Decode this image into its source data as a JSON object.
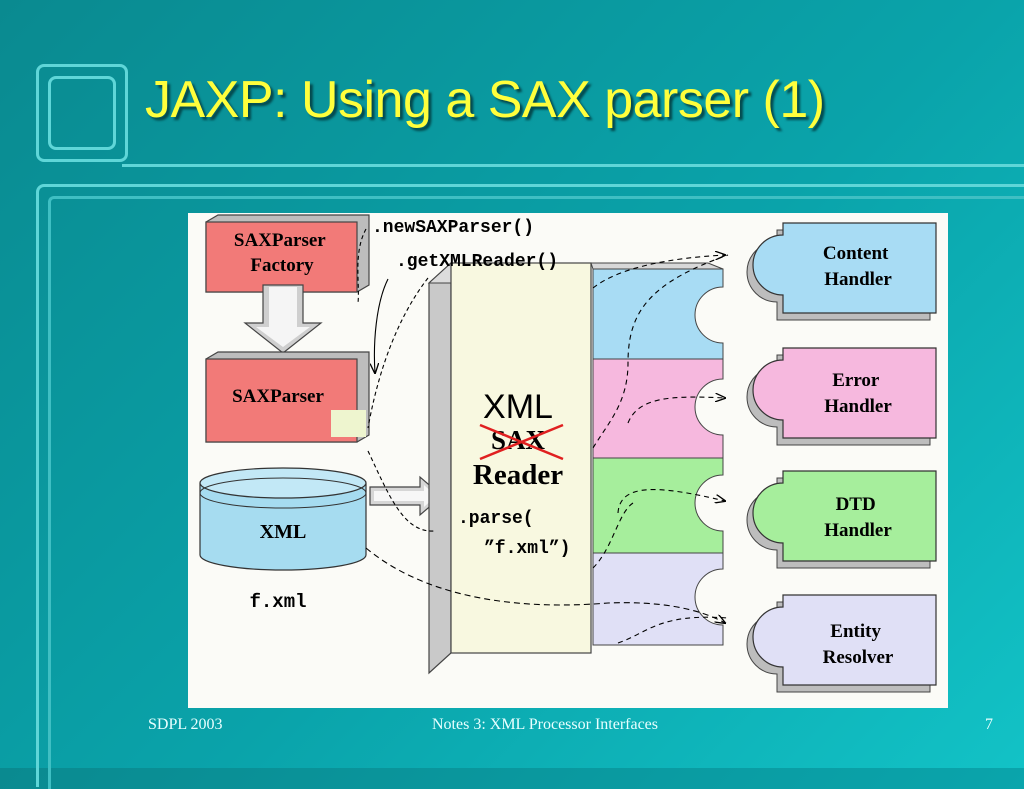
{
  "slide": {
    "title": "JAXP: Using a SAX parser (1)",
    "footer_left": "SDPL 2003",
    "footer_center": "Notes 3: XML Processor Interfaces",
    "footer_right": "7"
  },
  "diagram": {
    "nodes": {
      "factory": "SAXParser\nFactory",
      "parser": "SAXParser",
      "xml_db": "XML",
      "reader_xml": "XML",
      "reader_sax": "SAX",
      "reader_reader": "Reader",
      "content_handler": "Content\nHandler",
      "error_handler": "Error\nHandler",
      "dtd_handler": "DTD\nHandler",
      "entity_resolver": "Entity\nResolver"
    },
    "labels": {
      "new_sax_parser": ".newSAXParser()",
      "get_xml_reader": ".getXMLReader()",
      "parse_1": ".parse(",
      "parse_2": "”f.xml”)",
      "file_name": "f.xml"
    },
    "colors": {
      "factory_fill": "#f27a78",
      "content_fill": "#a8dcf4",
      "error_fill": "#f6b8de",
      "dtd_fill": "#a6ee9c",
      "entity_fill": "#e0e0f6",
      "reader_fill": "#f8f8e0",
      "xml_fill": "#a6dcf0",
      "strike_color": "#e02020"
    }
  }
}
